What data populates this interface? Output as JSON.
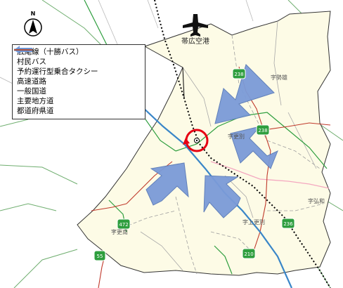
{
  "map": {
    "north_label": "N",
    "airport_label": "帯広空港",
    "places": {
      "setsubun": "字勢雄",
      "sarabetsu": "字更別",
      "konan": "字更南",
      "kamisarabetsu": "字上更別",
      "kowa": "字弘和"
    },
    "route_shields": {
      "r238_north": "238",
      "r238_mid": "238",
      "r236": "236",
      "r210": "210",
      "r472": "472",
      "r55": "55"
    }
  },
  "legend": {
    "items": [
      {
        "label": "広尾線（十勝バス）",
        "color": "#000000"
      },
      {
        "label": "村民バス",
        "color": "#e60012"
      },
      {
        "label": "予約運行型乗合タクシー",
        "color": "#7b9bd8"
      },
      {
        "label": "高速道路",
        "color": "#3a86c8"
      },
      {
        "label": "一般国道",
        "color": "#f4a8c0"
      },
      {
        "label": "主要地方道",
        "color": "#2e9e3e"
      },
      {
        "label": "都道府県道",
        "color": "#c0392b"
      }
    ]
  }
}
